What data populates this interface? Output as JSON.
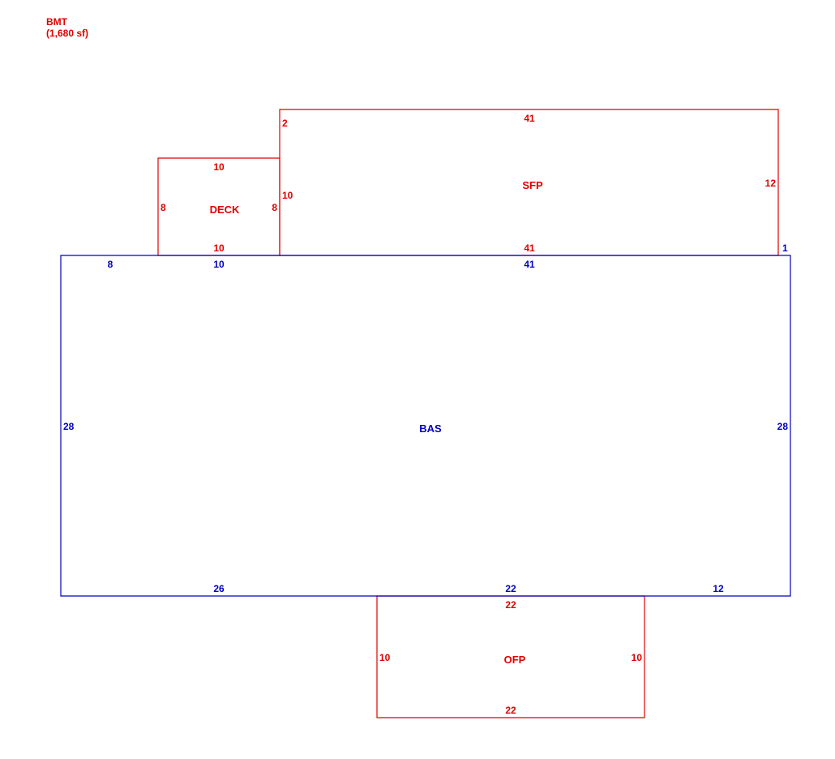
{
  "header": {
    "code": "BMT",
    "area": "(1,680 sf)"
  },
  "colors": {
    "blue": "#0000c0",
    "red": "#e00000"
  },
  "areas": {
    "bas": {
      "label": "BAS",
      "top_left_segment": "8",
      "top_mid_segment": "10",
      "top_right_segment": "41",
      "left": "28",
      "right": "28",
      "bottom_left_segment": "26",
      "bottom_mid_segment": "22",
      "bottom_right_segment": "12"
    },
    "sfp": {
      "label": "SFP",
      "top": "41",
      "bottom": "41",
      "left_upper": "2",
      "left_lower": "10",
      "right": "12",
      "right_offset": "1"
    },
    "deck": {
      "label": "DECK",
      "top": "10",
      "bottom": "10",
      "left": "8",
      "right": "8"
    },
    "ofp": {
      "label": "OFP",
      "top": "22",
      "bottom": "22",
      "left": "10",
      "right": "10"
    }
  }
}
